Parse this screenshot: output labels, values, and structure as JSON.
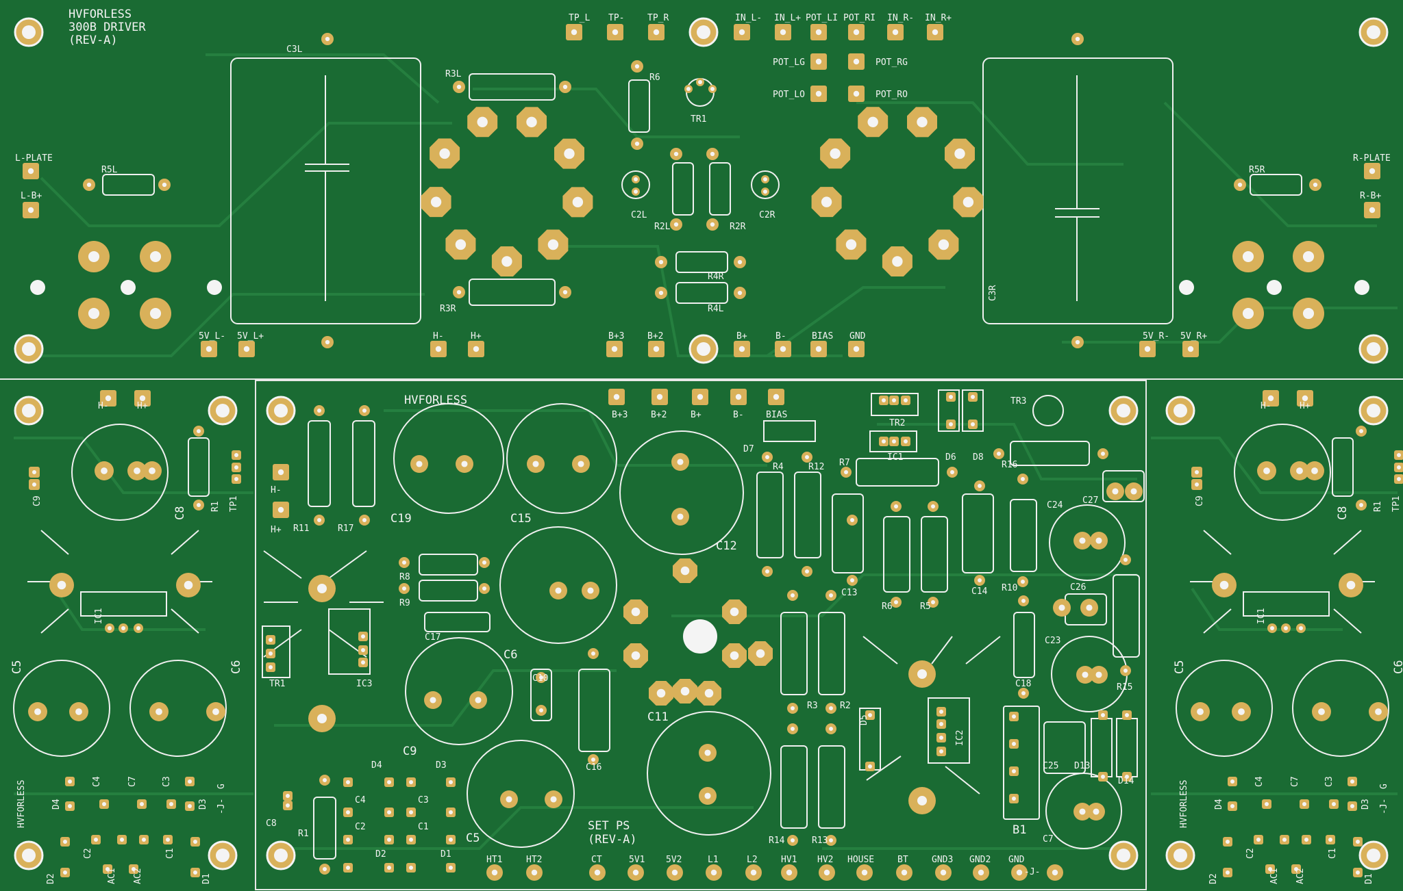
{
  "top_board": {
    "title_lines": [
      "HVFORLESS",
      "300B DRIVER",
      "(REV-A)"
    ],
    "labels": [
      {
        "t": "TP_L"
      },
      {
        "t": "TP-"
      },
      {
        "t": "TP_R"
      },
      {
        "t": "IN_L-"
      },
      {
        "t": "IN_L+"
      },
      {
        "t": "POT_LI"
      },
      {
        "t": "POT_RI"
      },
      {
        "t": "IN_R-"
      },
      {
        "t": "IN_R+"
      },
      {
        "t": "POT_LG"
      },
      {
        "t": "POT_RG"
      },
      {
        "t": "POT_LO"
      },
      {
        "t": "POT_RO"
      },
      {
        "t": "C3L"
      },
      {
        "t": "C3R"
      },
      {
        "t": "R3L"
      },
      {
        "t": "R3R"
      },
      {
        "t": "R6"
      },
      {
        "t": "TR1"
      },
      {
        "t": "R5L"
      },
      {
        "t": "R5R"
      },
      {
        "t": "L-PLATE"
      },
      {
        "t": "L-B+"
      },
      {
        "t": "R-PLATE"
      },
      {
        "t": "R-B+"
      },
      {
        "t": "C2L"
      },
      {
        "t": "C2R"
      },
      {
        "t": "R2L"
      },
      {
        "t": "R2R"
      },
      {
        "t": "R4R"
      },
      {
        "t": "R4L"
      },
      {
        "t": "5V_L-"
      },
      {
        "t": "5V_L+"
      },
      {
        "t": "H-"
      },
      {
        "t": "H+"
      },
      {
        "t": "B+3"
      },
      {
        "t": "B+2"
      },
      {
        "t": "B+"
      },
      {
        "t": "B-"
      },
      {
        "t": "BIAS"
      },
      {
        "t": "GND"
      },
      {
        "t": "5V_R-"
      },
      {
        "t": "5V_R+"
      }
    ]
  },
  "ps_board": {
    "title": "HVFORLESS",
    "subtitle_lines": [
      "SET PS",
      "(REV-A)"
    ],
    "labels": [
      {
        "t": "B+3"
      },
      {
        "t": "B+2"
      },
      {
        "t": "B+"
      },
      {
        "t": "B-"
      },
      {
        "t": "BIAS"
      },
      {
        "t": "TR2"
      },
      {
        "t": "TR3"
      },
      {
        "t": "IC1"
      },
      {
        "t": "D6"
      },
      {
        "t": "D7"
      },
      {
        "t": "D8"
      },
      {
        "t": "R4"
      },
      {
        "t": "R12"
      },
      {
        "t": "R7"
      },
      {
        "t": "R16"
      },
      {
        "t": "C27"
      },
      {
        "t": "C24"
      },
      {
        "t": "H-"
      },
      {
        "t": "H+"
      },
      {
        "t": "R11"
      },
      {
        "t": "R17"
      },
      {
        "t": "C19"
      },
      {
        "t": "C15"
      },
      {
        "t": "C12"
      },
      {
        "t": "R8"
      },
      {
        "t": "R9"
      },
      {
        "t": "C17"
      },
      {
        "t": "C6"
      },
      {
        "t": "TR1"
      },
      {
        "t": "IC3"
      },
      {
        "t": "C13"
      },
      {
        "t": "R6"
      },
      {
        "t": "R5"
      },
      {
        "t": "C14"
      },
      {
        "t": "R10"
      },
      {
        "t": "C26"
      },
      {
        "t": "C23"
      },
      {
        "t": "R15"
      },
      {
        "t": "C18"
      },
      {
        "t": "C9"
      },
      {
        "t": "C10"
      },
      {
        "t": "C16"
      },
      {
        "t": "C11"
      },
      {
        "t": "R3"
      },
      {
        "t": "R2"
      },
      {
        "t": "D5"
      },
      {
        "t": "IC2"
      },
      {
        "t": "C25"
      },
      {
        "t": "D13"
      },
      {
        "t": "D14"
      },
      {
        "t": "B1"
      },
      {
        "t": "C7"
      },
      {
        "t": "C8"
      },
      {
        "t": "R1"
      },
      {
        "t": "D4"
      },
      {
        "t": "D3"
      },
      {
        "t": "C4"
      },
      {
        "t": "C3"
      },
      {
        "t": "C2"
      },
      {
        "t": "C1"
      },
      {
        "t": "D2"
      },
      {
        "t": "D1"
      },
      {
        "t": "C5"
      },
      {
        "t": "R14"
      },
      {
        "t": "R13"
      },
      {
        "t": "HT1"
      },
      {
        "t": "HT2"
      },
      {
        "t": "CT"
      },
      {
        "t": "5V1"
      },
      {
        "t": "5V2"
      },
      {
        "t": "L1"
      },
      {
        "t": "L2"
      },
      {
        "t": "HV1"
      },
      {
        "t": "HV2"
      },
      {
        "t": "HOUSE"
      },
      {
        "t": "BT"
      },
      {
        "t": "GND3"
      },
      {
        "t": "GND2"
      },
      {
        "t": "GND"
      },
      {
        "t": "-J-"
      }
    ]
  },
  "side_board": {
    "title": "HVFORLESS",
    "labels": [
      {
        "t": "H-"
      },
      {
        "t": "H+"
      },
      {
        "t": "C9"
      },
      {
        "t": "C8"
      },
      {
        "t": "R1"
      },
      {
        "t": "TP1"
      },
      {
        "t": "IC1"
      },
      {
        "t": "C5"
      },
      {
        "t": "C6"
      },
      {
        "t": "D4"
      },
      {
        "t": "C4"
      },
      {
        "t": "C7"
      },
      {
        "t": "C3"
      },
      {
        "t": "D3"
      },
      {
        "t": "G"
      },
      {
        "t": "-J-"
      },
      {
        "t": "C2"
      },
      {
        "t": "C1"
      },
      {
        "t": "D2"
      },
      {
        "t": "AC1"
      },
      {
        "t": "AC2"
      },
      {
        "t": "D1"
      }
    ]
  },
  "colors": {
    "board": "#1a6b33",
    "trace": "#2b8a47",
    "pad": "#d9b15a",
    "hole": "#f4f4f4",
    "silk": "#f0f0f0",
    "cut": "#e8e8e8"
  }
}
